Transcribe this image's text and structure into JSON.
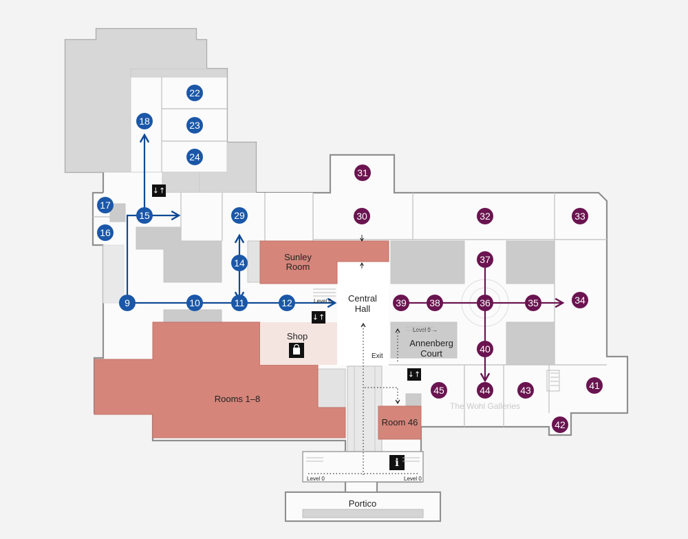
{
  "rooms_blue": {
    "r9": "9",
    "r10": "10",
    "r11": "11",
    "r12": "12",
    "r14": "14",
    "r15": "15",
    "r16": "16",
    "r17": "17",
    "r18": "18",
    "r22": "22",
    "r23": "23",
    "r24": "24",
    "r29": "29"
  },
  "rooms_purple": {
    "r30": "30",
    "r31": "31",
    "r32": "32",
    "r33": "33",
    "r34": "34",
    "r35": "35",
    "r36": "36",
    "r37": "37",
    "r38": "38",
    "r39": "39",
    "r40": "40",
    "r41": "41",
    "r42": "42",
    "r43": "43",
    "r44": "44",
    "r45": "45"
  },
  "labels": {
    "sunley_1": "Sunley",
    "sunley_2": "Room",
    "central_1": "Central",
    "central_2": "Hall",
    "shop": "Shop",
    "annenberg_1": "Annenberg",
    "annenberg_2": "Court",
    "exit": "Exit",
    "rooms_1_8": "Rooms 1–8",
    "room_46": "Room 46",
    "wohl": "The Wohl Galleries",
    "portico": "Portico",
    "level0_a": "Level 0",
    "level0_b": "Level 0 →",
    "level0_c": "Level 0",
    "level0_d": "Level 0"
  },
  "icons": {
    "lift": "lift-icon",
    "shop": "shopping-bag-icon",
    "info": "information-icon"
  },
  "colors": {
    "route_blue": "#1b57a8",
    "route_purple": "#6a1450",
    "highlight_room": "#d5857a",
    "shop_area": "#f5e5e1"
  }
}
